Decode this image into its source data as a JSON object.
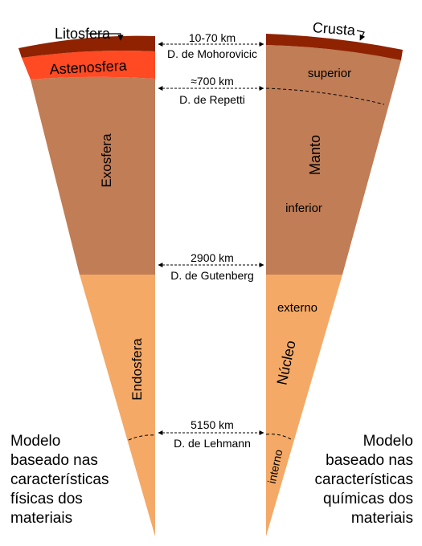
{
  "colors": {
    "litosfera": "#8f2200",
    "astenosfera": "#ff4a23",
    "exosfera_manto": "#c07d56",
    "endosfera_nucleo": "#f4a966",
    "crusta": "#8f2200"
  },
  "left_column": {
    "litosfera": "Litosfera",
    "astenosfera": "Astenosfera",
    "exosfera": "Exosfera",
    "endosfera": "Endosfera"
  },
  "right_column": {
    "crusta": "Crusta",
    "superior": "superior",
    "manto": "Manto",
    "inferior": "inferior",
    "externo": "externo",
    "nucleo": "Núcleo",
    "interno": "interno"
  },
  "boundaries": [
    {
      "depth": "10-70 km",
      "name": "D. de Mohorovicic"
    },
    {
      "depth": "≈700 km",
      "name": "D. de Repetti"
    },
    {
      "depth": "2900 km",
      "name": "D. de Gutenberg"
    },
    {
      "depth": "5150 km",
      "name": "D. de Lehmann"
    }
  ],
  "models": {
    "left": [
      "Modelo",
      "baseado nas",
      "características",
      "físicas dos",
      "materiais"
    ],
    "right": [
      "Modelo",
      "baseado nas",
      "características",
      "químicas dos",
      "materiais"
    ]
  }
}
